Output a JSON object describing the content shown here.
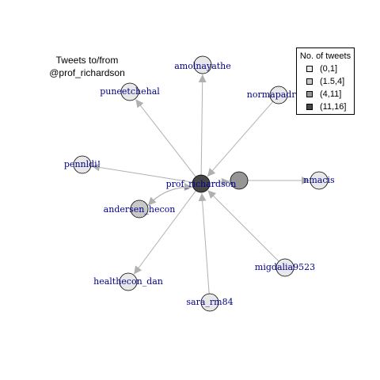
{
  "title_lines": [
    "Tweets to/from",
    "@prof_richardson"
  ],
  "legend": {
    "title": "No. of tweets",
    "items": [
      {
        "label": "(0,1]",
        "color": "#e8e8e8"
      },
      {
        "label": "(1.5,4]",
        "color": "#c8c8c8"
      },
      {
        "label": "(4,11]",
        "color": "#969696"
      },
      {
        "label": "(11,16]",
        "color": "#474747"
      }
    ]
  },
  "colors": {
    "edge": "#b0b0b0",
    "node_stroke": "#000000",
    "label": "#00008b"
  },
  "nodes": [
    {
      "id": "prof_richardson",
      "label": "prof_richardson",
      "tweet_bin": 3
    },
    {
      "id": "unlabeled",
      "label": "",
      "tweet_bin": 2
    },
    {
      "id": "andersen_hecon",
      "label": "andersen_hecon",
      "tweet_bin": 1
    },
    {
      "id": "amolnayathe",
      "label": "amolnayathe",
      "tweet_bin": 0
    },
    {
      "id": "puneetchehal",
      "label": "puneetchehal",
      "tweet_bin": 0
    },
    {
      "id": "normapadro",
      "label": "normapadro",
      "tweet_bin": 0
    },
    {
      "id": "pennldi",
      "label": "pennldi!",
      "tweet_bin": 0
    },
    {
      "id": "nmacis",
      "label": "nmacis",
      "tweet_bin": 0
    },
    {
      "id": "healthecon_dan",
      "label": "healthecon_dan",
      "tweet_bin": 0
    },
    {
      "id": "sara_rm84",
      "label": "sara_rm84",
      "tweet_bin": 0
    },
    {
      "id": "migdalia9523",
      "label": "migdalia9523",
      "tweet_bin": 0
    }
  ],
  "edges": [
    {
      "from": "prof_richardson",
      "to": "amolnayathe"
    },
    {
      "from": "prof_richardson",
      "to": "puneetchehal"
    },
    {
      "from": "normapadro",
      "to": "prof_richardson"
    },
    {
      "from": "prof_richardson",
      "to": "pennldi"
    },
    {
      "from": "prof_richardson",
      "to": "unlabeled"
    },
    {
      "from": "unlabeled",
      "to": "nmacis"
    },
    {
      "from": "prof_richardson",
      "to": "andersen_hecon"
    },
    {
      "from": "andersen_hecon",
      "to": "prof_richardson"
    },
    {
      "from": "prof_richardson",
      "to": "healthecon_dan"
    },
    {
      "from": "sara_rm84",
      "to": "prof_richardson"
    },
    {
      "from": "migdalia9523",
      "to": "prof_richardson"
    }
  ]
}
